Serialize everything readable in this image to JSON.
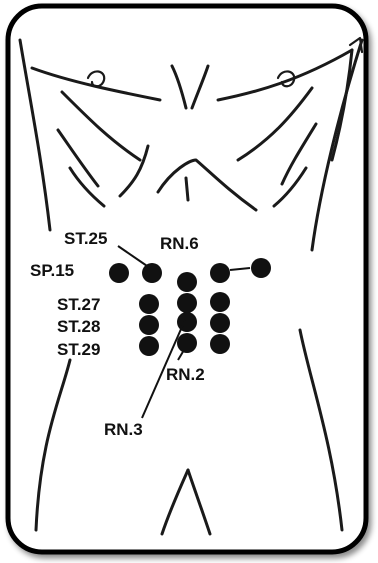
{
  "labels": {
    "st25": "ST.25",
    "rn6": "RN.6",
    "sp15": "SP.15",
    "st27": "ST.27",
    "st28": "ST.28",
    "st29": "ST.29",
    "rn2": "RN.2",
    "rn3": "RN.3"
  },
  "colors": {
    "outline": "#1a1a1a",
    "frame": "#000000",
    "points": "#111111"
  }
}
